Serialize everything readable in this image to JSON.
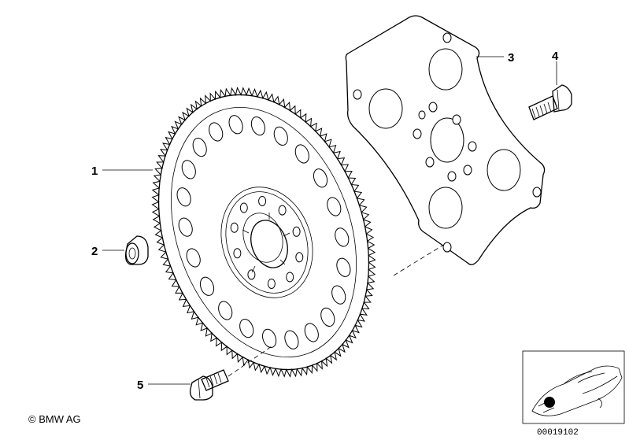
{
  "callouts": [
    {
      "id": "1",
      "label": "1"
    },
    {
      "id": "2",
      "label": "2"
    },
    {
      "id": "3",
      "label": "3"
    },
    {
      "id": "4",
      "label": "4"
    },
    {
      "id": "5",
      "label": "5"
    }
  ],
  "parts": [
    {
      "callout": "1",
      "kind": "flywheel-ring-gear"
    },
    {
      "callout": "2",
      "kind": "dowel-sleeve"
    },
    {
      "callout": "3",
      "kind": "flex-plate"
    },
    {
      "callout": "4",
      "kind": "hex-bolt"
    },
    {
      "callout": "5",
      "kind": "hex-bolt"
    }
  ],
  "footer": {
    "copyright": "© BMW AG",
    "diagram_number": "00019102"
  },
  "thumbnail": {
    "kind": "car-location-thumbnail",
    "marker_color": "#000000"
  }
}
